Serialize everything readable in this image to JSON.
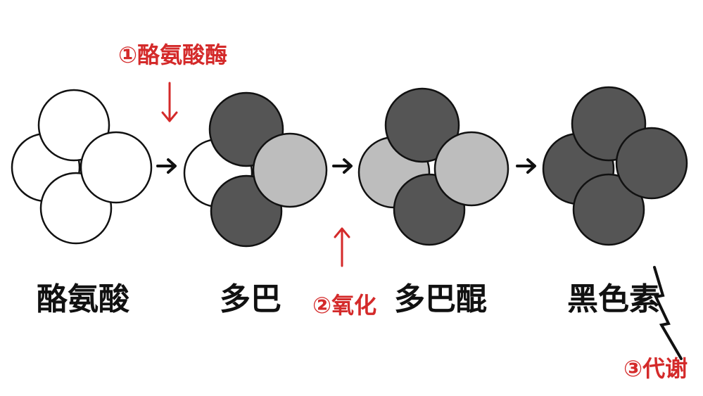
{
  "stages": [
    {
      "label": "酪氨酸"
    },
    {
      "label": "多巴"
    },
    {
      "label": "多巴醌"
    },
    {
      "label": "黑色素"
    }
  ],
  "annotations": {
    "enzyme": "①酪氨酸酶",
    "oxidation": "②氧化",
    "metabolism": "③代谢"
  },
  "colors": {
    "white": "#ffffff",
    "dark": "#555555",
    "light": "#bdbdbd",
    "outline": "#111111",
    "annotation": "#d42a2a"
  }
}
